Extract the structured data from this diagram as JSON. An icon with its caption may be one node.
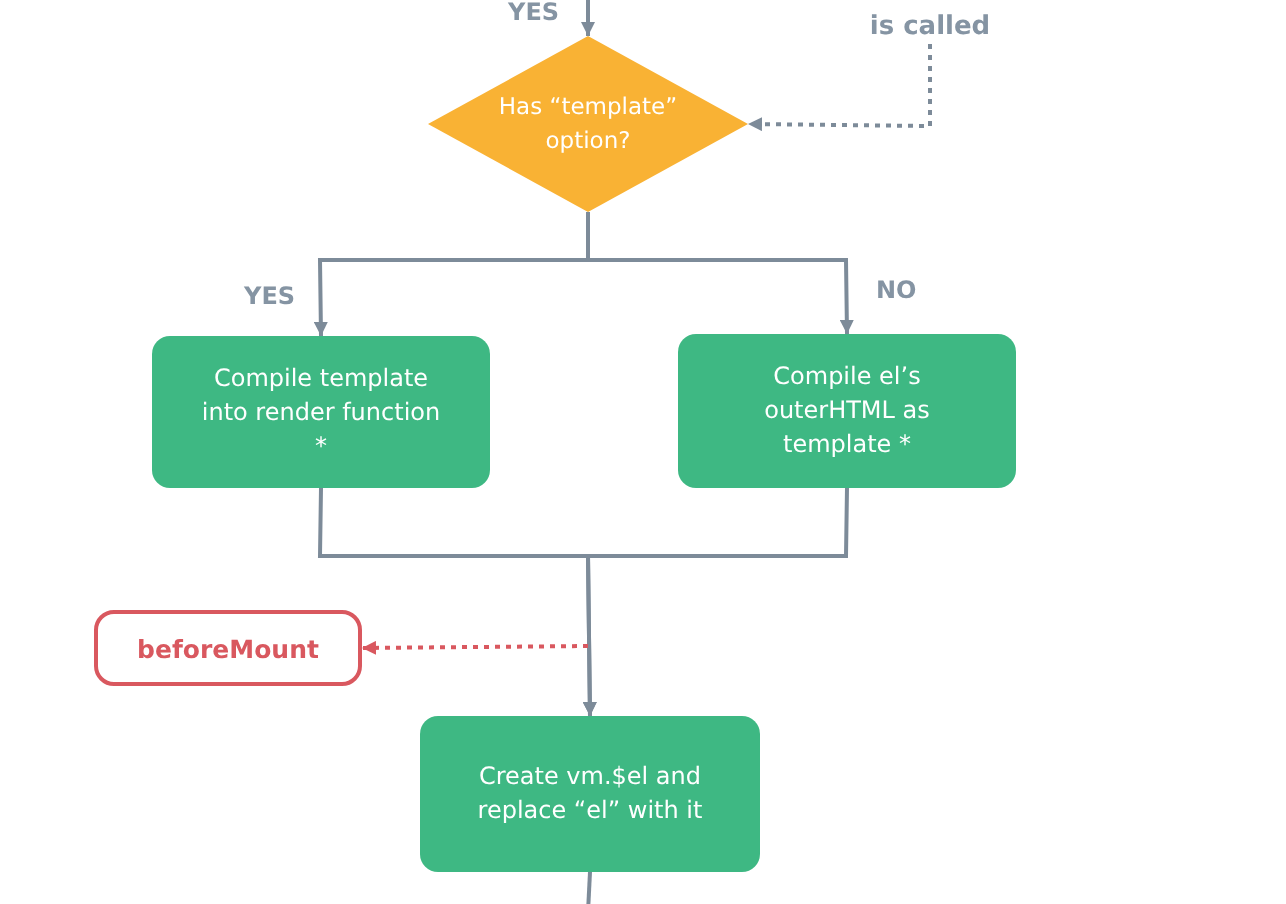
{
  "diagram": {
    "nodes": [
      {
        "text": [
          "is called"
        ]
      },
      {
        "text": [
          "Has “template” option?"
        ]
      },
      {
        "text": [
          "Compile template into render function *"
        ]
      },
      {
        "text": [
          "Compile el’s outerHTML as template *"
        ]
      },
      {
        "text": [
          "beforeMount"
        ]
      },
      {
        "text": [
          "Create vm.$el and replace “el” with it"
        ]
      }
    ],
    "edges": [
      {
        "from": null,
        "to": 1,
        "arrow": "to"
      },
      {
        "from": 0,
        "to": 1,
        "arrow": "to",
        "style": "dashed"
      },
      {
        "from": 1,
        "to": 2,
        "arrow": "to",
        "label": "YES"
      },
      {
        "from": 1,
        "to": 3,
        "arrow": "to",
        "label": "NO"
      },
      {
        "from": 2,
        "to": 5,
        "arrow": "to"
      },
      {
        "from": 3,
        "to": 5,
        "arrow": "to"
      },
      {
        "from": null,
        "to": 4,
        "arrow": "to",
        "style": "dashed",
        "color": "#d9585f"
      },
      {
        "from": 5,
        "to": null,
        "arrow": "none"
      }
    ],
    "labels": [
      "YES"
    ]
  }
}
